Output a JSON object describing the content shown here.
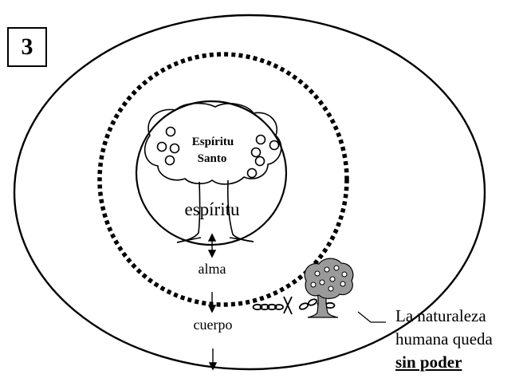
{
  "figure_number": "3",
  "labels": {
    "holy_spirit_line1": "Espíritu",
    "holy_spirit_line2": "Santo",
    "spirit": "espíritu",
    "soul": "alma",
    "body": "cuerpo"
  },
  "caption": {
    "line1": "La naturaleza",
    "line2": "humana queda",
    "line3": "sin poder"
  }
}
